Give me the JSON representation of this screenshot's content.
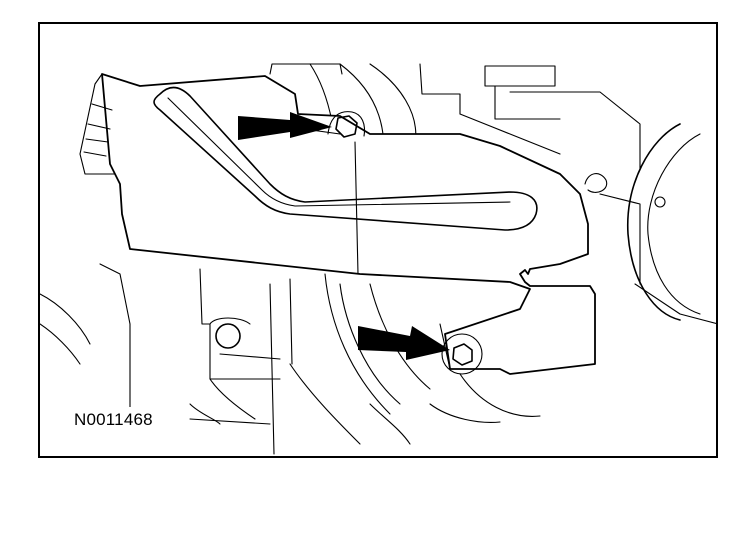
{
  "figure": {
    "reference_code": "N0011468",
    "callouts": [
      {
        "name": "upper-bolt",
        "icon": "arrow-icon"
      },
      {
        "name": "lower-bolt",
        "icon": "arrow-icon"
      }
    ],
    "colors": {
      "line": "#000000",
      "background": "#ffffff"
    }
  }
}
